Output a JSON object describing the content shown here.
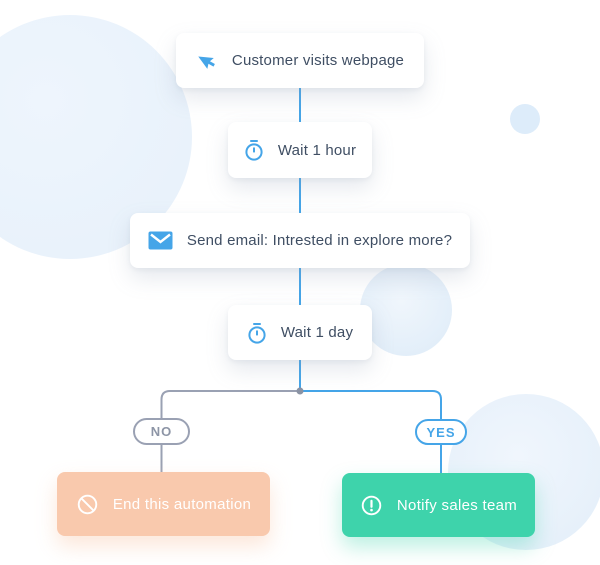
{
  "flow": {
    "nodes": [
      {
        "label": "Customer visits webpage",
        "icon": "cursor-icon"
      },
      {
        "label": "Wait 1 hour",
        "icon": "stopwatch-icon"
      },
      {
        "label": "Send email: Intrested in explore more?",
        "icon": "envelope-icon"
      },
      {
        "label": "Wait 1 day",
        "icon": "stopwatch-icon"
      },
      {
        "label": "End this automation",
        "icon": "ban-icon"
      },
      {
        "label": "Notify sales team",
        "icon": "alert-icon"
      }
    ],
    "branch": {
      "no_label": "NO",
      "yes_label": "YES"
    }
  },
  "colors": {
    "accent-blue": "#45a5e8",
    "text-dark": "#3f4e63",
    "line-gray": "#9aa1b3",
    "no-text": "#8d95a6",
    "peach": "#f9c9ad",
    "green": "#3ed3ab",
    "card-white": "#ffffff",
    "circle-blue": "#e9f2fb",
    "circle-blue-small": "#ddecfa",
    "junction-dot": "#8b93a4"
  }
}
